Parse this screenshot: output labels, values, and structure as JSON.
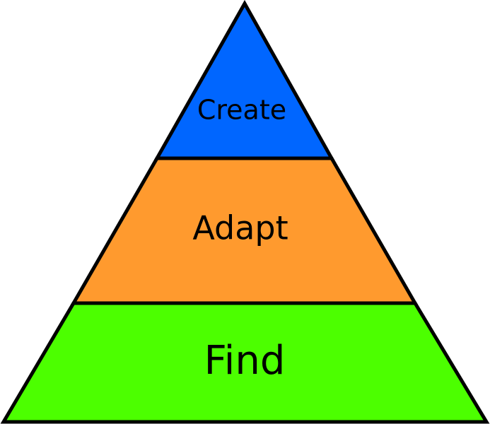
{
  "tiers": [
    {
      "label": "Create",
      "color": "#0066ff"
    },
    {
      "label": "Adapt",
      "color": "#ff9a2e"
    },
    {
      "label": "Find",
      "color": "#4cff00"
    }
  ],
  "outline_color": "#000000"
}
